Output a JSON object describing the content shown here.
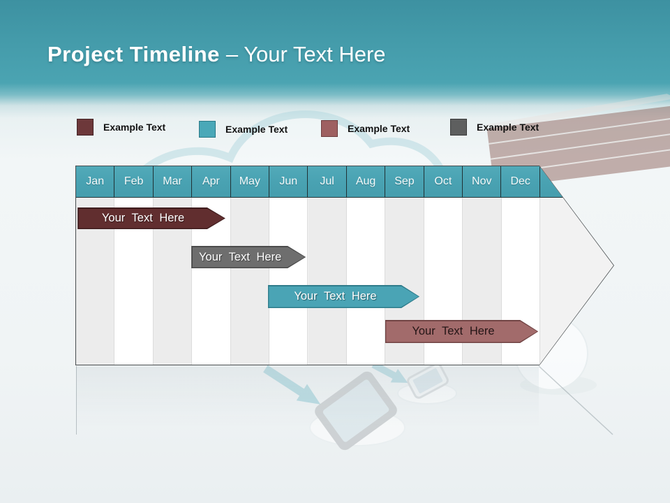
{
  "slide": {
    "title_bold": "Project Timeline",
    "title_rest": "– Your Text Here"
  },
  "legend": {
    "items": [
      {
        "label": "Example Text",
        "color": "#6d383a",
        "border": "#432527"
      },
      {
        "label": "Example Text",
        "color": "#4aa8b8",
        "border": "#2a7a88"
      },
      {
        "label": "Example Text",
        "color": "#9e6061",
        "border": "#6d3e3f"
      },
      {
        "label": "Example Text",
        "color": "#5e5f5f",
        "border": "#393a3a"
      }
    ]
  },
  "chart_data": {
    "type": "bar",
    "subtype": "gantt-timeline-arrow",
    "title": "Project Timeline – Your Text Here",
    "categories": [
      "Jan",
      "Feb",
      "Mar",
      "Apr",
      "May",
      "Jun",
      "Jul",
      "Aug",
      "Sep",
      "Oct",
      "Nov",
      "Dec"
    ],
    "header_color": "#4aa3b3",
    "stripe_colors": [
      "#ececec",
      "#ffffff"
    ],
    "legend_position": "top",
    "orientation": "horizontal",
    "series": [
      {
        "label": "Your Text Here",
        "fill": "#612e2f",
        "border": "#3f1d1e",
        "text_color": "#ffffff",
        "start_month": "Jan",
        "end_month": "Apr",
        "col_start": 0.04,
        "col_end": 3.86
      },
      {
        "label": "Your Text Here",
        "fill": "#6e6e6e",
        "border": "#4b4b4b",
        "text_color": "#ffffff",
        "start_month": "Apr",
        "end_month": "Jun",
        "col_start": 2.98,
        "col_end": 5.94
      },
      {
        "label": "Your Text Here",
        "fill": "#4aa4b5",
        "border": "#2f7c8b",
        "text_color": "#ffffff",
        "start_month": "Jun",
        "end_month": "Sep",
        "col_start": 4.96,
        "col_end": 8.88
      },
      {
        "label": "Your Text Here",
        "fill": "#a26b6b",
        "border": "#714444",
        "text_color": "#241516",
        "start_month": "Sep",
        "end_month": "Dec",
        "col_start": 7.99,
        "col_end": 11.95
      }
    ]
  }
}
